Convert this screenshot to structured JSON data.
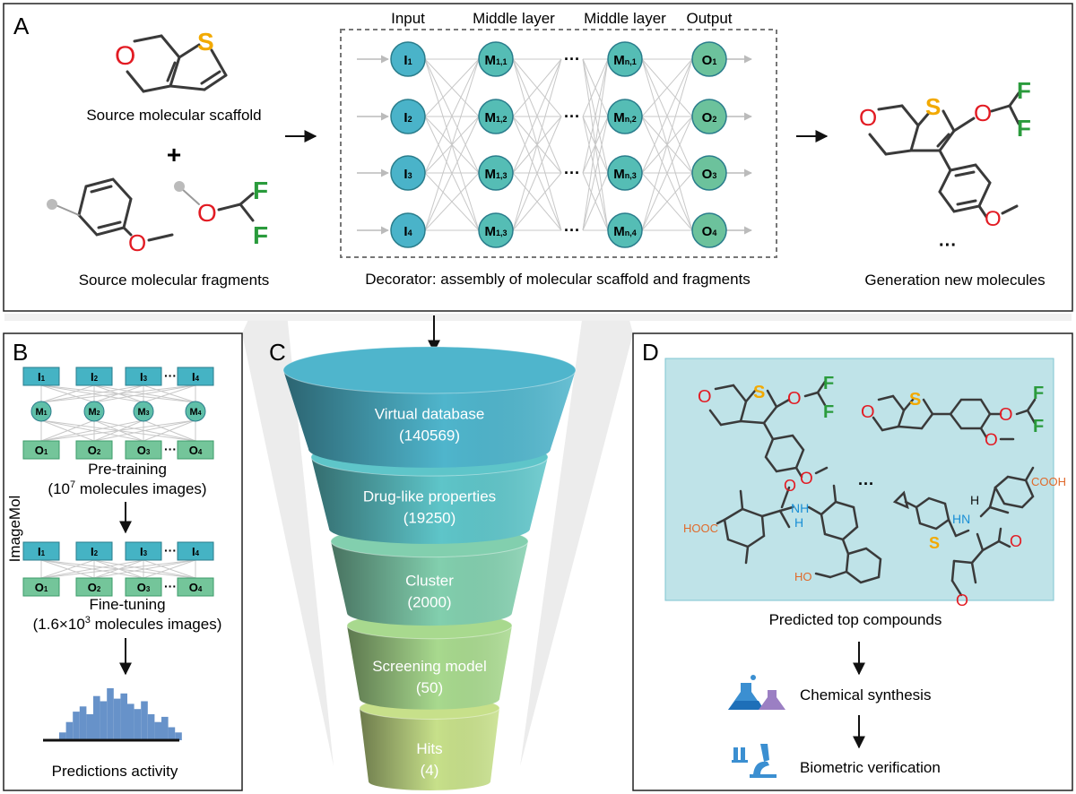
{
  "panelA": {
    "letter": "A",
    "scaffold_caption": "Source molecular scaffold",
    "plus": "+",
    "fragments_caption": "Source molecular fragments",
    "atoms": {
      "O": "O",
      "S": "S",
      "F": "F"
    },
    "network": {
      "col_headers": [
        "Input",
        "Middle layer",
        "Middle layer",
        "Output"
      ],
      "input_nodes": [
        {
          "main": "I",
          "sub": "1"
        },
        {
          "main": "I",
          "sub": "2"
        },
        {
          "main": "I",
          "sub": "3"
        },
        {
          "main": "I",
          "sub": "4"
        }
      ],
      "middle1_nodes": [
        {
          "main": "M",
          "sub": "1,1"
        },
        {
          "main": "M",
          "sub": "1,2"
        },
        {
          "main": "M",
          "sub": "1,3"
        },
        {
          "main": "M",
          "sub": "1,3"
        }
      ],
      "middlen_nodes": [
        {
          "main": "M",
          "sub": "n,1"
        },
        {
          "main": "M",
          "sub": "n,2"
        },
        {
          "main": "M",
          "sub": "n,3"
        },
        {
          "main": "M",
          "sub": "n,4"
        }
      ],
      "output_nodes": [
        {
          "main": "O",
          "sub": "1"
        },
        {
          "main": "O",
          "sub": "2"
        },
        {
          "main": "O",
          "sub": "3"
        },
        {
          "main": "O",
          "sub": "4"
        }
      ],
      "ellipsis": "···",
      "caption": "Decorator: assembly of molecular scaffold and fragments"
    },
    "product_ellipsis": "···",
    "product_caption": "Generation new molecules"
  },
  "panelB": {
    "letter": "B",
    "side_label": "ImageMol",
    "pretrain_top": [
      {
        "main": "I",
        "sub": "1"
      },
      {
        "main": "I",
        "sub": "2"
      },
      {
        "main": "I",
        "sub": "3"
      },
      {
        "main": "I",
        "sub": "4"
      }
    ],
    "pretrain_mid": [
      {
        "main": "M",
        "sub": "1"
      },
      {
        "main": "M",
        "sub": "2"
      },
      {
        "main": "M",
        "sub": "3"
      },
      {
        "main": "M",
        "sub": "4"
      }
    ],
    "pretrain_bottom": [
      {
        "main": "O",
        "sub": "1"
      },
      {
        "main": "O",
        "sub": "2"
      },
      {
        "main": "O",
        "sub": "3"
      },
      {
        "main": "O",
        "sub": "4"
      }
    ],
    "ellipsis": "···",
    "pretrain_caption1": "Pre-training",
    "pretrain_caption2_a": "(10",
    "pretrain_caption2_sup": "7",
    "pretrain_caption2_b": " molecules images)",
    "finetune_caption1": "Fine-tuning",
    "finetune_caption2_a": "(1.6×10",
    "finetune_caption2_sup": "3",
    "finetune_caption2_b": " molecules images)",
    "histogram_levels": [
      0.15,
      0.35,
      0.55,
      0.65,
      0.5,
      0.85,
      0.75,
      1.0,
      0.8,
      0.9,
      0.7,
      0.6,
      0.75,
      0.5,
      0.35,
      0.45,
      0.25,
      0.15
    ],
    "hist_caption": "Predictions activity"
  },
  "panelC": {
    "letter": "C",
    "tiers": [
      {
        "label": "Virtual database",
        "count": "(140569)",
        "color": "#4fb5cc"
      },
      {
        "label": "Drug-like properties",
        "count": "(19250)",
        "color": "#5ec5c9"
      },
      {
        "label": "Cluster",
        "count": "(2000)",
        "color": "#82cfae"
      },
      {
        "label": "Screening model",
        "count": "(50)",
        "color": "#a8d98e"
      },
      {
        "label": "Hits",
        "count": "(4)",
        "color": "#c7e08a"
      }
    ]
  },
  "panelD": {
    "letter": "D",
    "groups": {
      "NH": "NH",
      "HN": "HN",
      "H": "H",
      "HOOC": "HOOC",
      "COOH": "COOH",
      "HO": "HO"
    },
    "ellipsis": "···",
    "caption": "Predicted top compounds",
    "step1": "Chemical synthesis",
    "step2": "Biometric verification"
  },
  "colors": {
    "input_node": "#4ab3c9",
    "middle_node": "#55bdb5",
    "output_node": "#6cc29c",
    "b_input_box": "#45b3c4",
    "b_mid_node": "#5fbfa8",
    "b_output_box": "#74c59a",
    "histogram": "#6792c9",
    "compound_panel": "#bfe3e8",
    "oxygen": "#e21b23",
    "sulfur": "#f2a900",
    "fluorine": "#2a9b3c",
    "nitrogen": "#1a8fd6",
    "bond": "#3a3a3a"
  }
}
